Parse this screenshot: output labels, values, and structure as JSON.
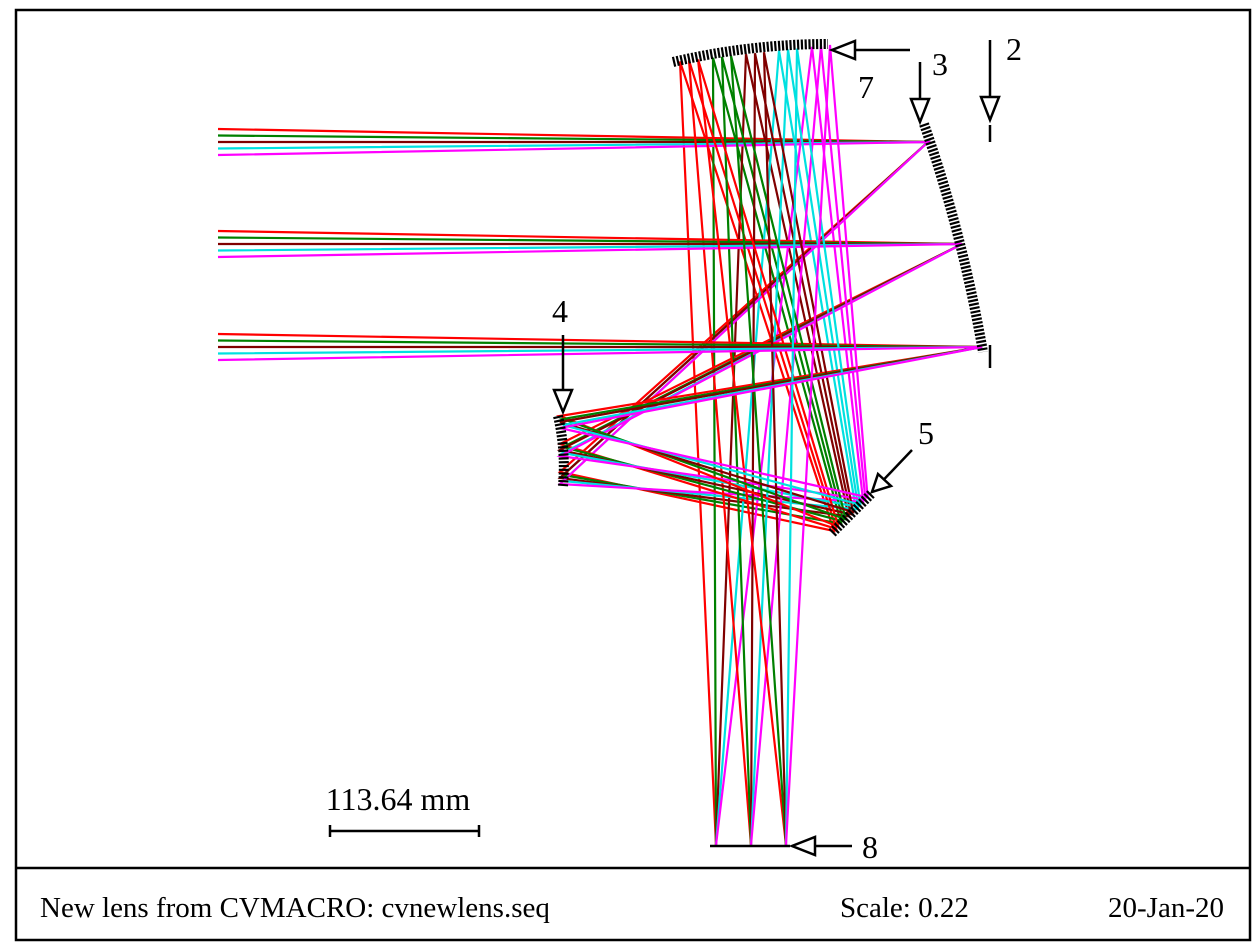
{
  "surface_labels": {
    "s2": "2",
    "s3": "3",
    "s4": "4",
    "s5": "5",
    "s7": "7",
    "s8": "8"
  },
  "scale_bar": {
    "label": "113.64 mm"
  },
  "footer": {
    "title": "New lens from CVMACRO: cvnewlens.seq",
    "scale": "Scale: 0.22",
    "date": "20-Jan-20"
  },
  "ray_colors": [
    "#ff0000",
    "#008000",
    "#800000",
    "#00e0e0",
    "#ff00ff"
  ]
}
